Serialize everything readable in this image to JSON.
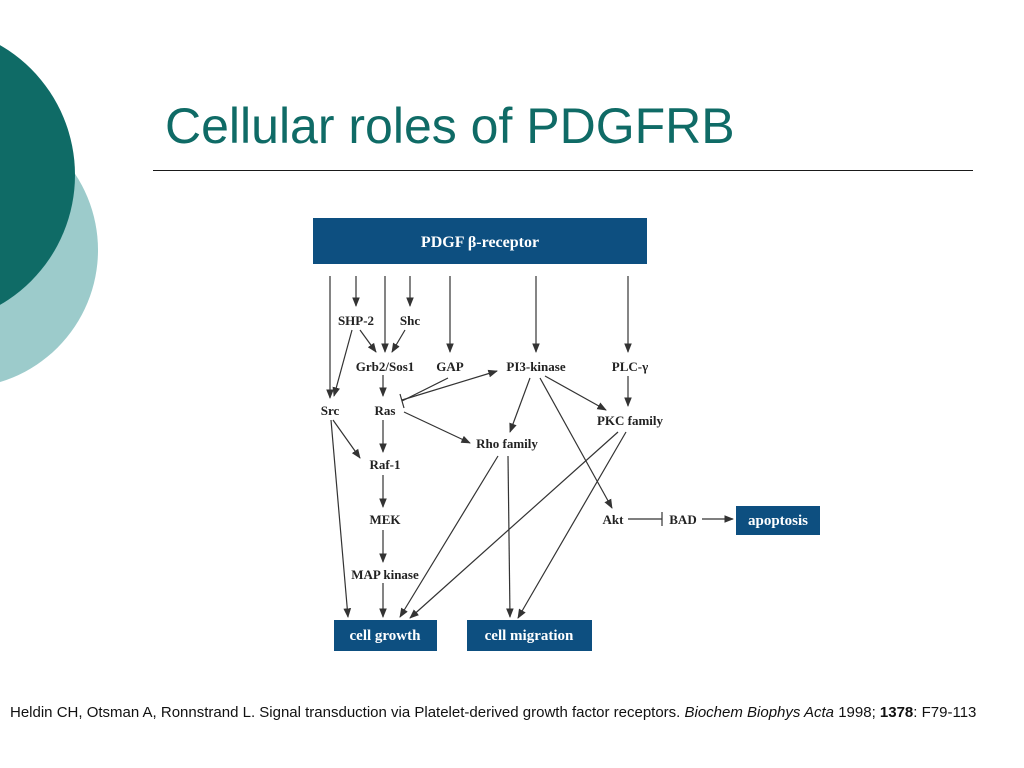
{
  "slide": {
    "title": "Cellular roles of PDGFRB"
  },
  "diagram": {
    "receptor_label": "PDGF β-receptor",
    "nodes": {
      "shp2": "SHP-2",
      "shc": "Shc",
      "grb2_sos1": "Grb2/Sos1",
      "gap": "GAP",
      "pi3k": "PI3-kinase",
      "plcg": "PLC-γ",
      "src": "Src",
      "ras": "Ras",
      "pkc": "PKC family",
      "rho": "Rho family",
      "raf1": "Raf-1",
      "mek": "MEK",
      "akt": "Akt",
      "bad": "BAD",
      "mapk": "MAP kinase"
    },
    "outcomes": {
      "apoptosis": "apoptosis",
      "cell_growth": "cell growth",
      "cell_migration": "cell migration"
    },
    "colors": {
      "box_fill": "#0d4f80",
      "line": "#333333"
    }
  },
  "citation": {
    "authors_title": "Heldin CH, Otsman A, Ronnstrand L. Signal transduction via Platelet-derived growth factor receptors. ",
    "journal": "Biochem Biophys Acta",
    "year": " 1998; ",
    "volume": "1378",
    "pages": ": F79-113"
  }
}
